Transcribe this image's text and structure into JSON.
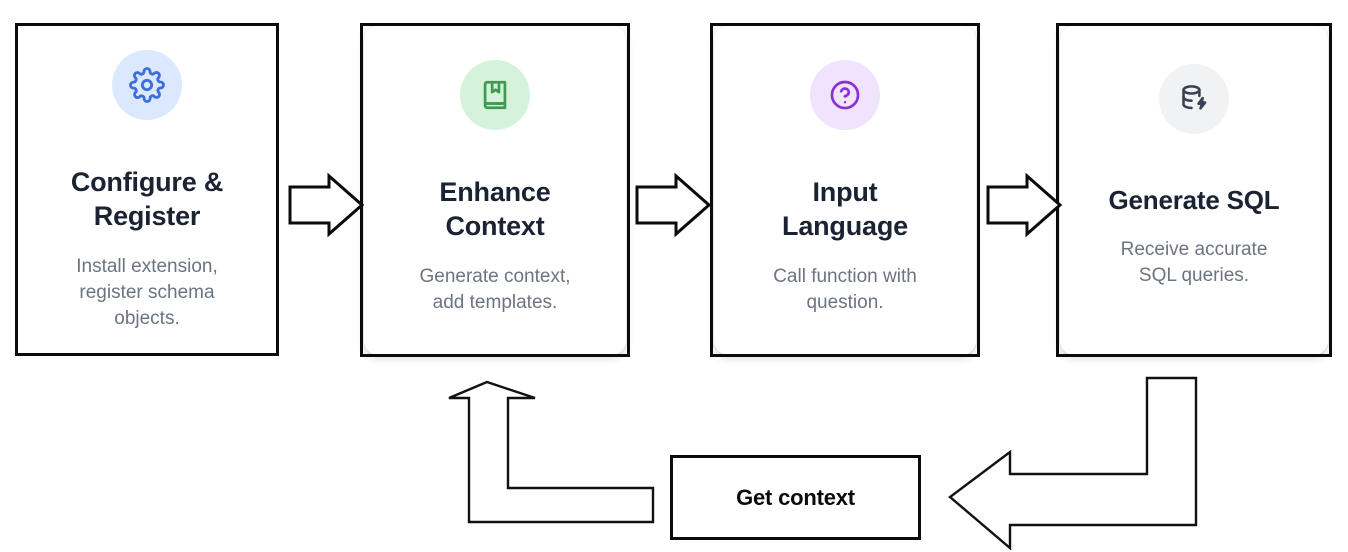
{
  "diagram": {
    "title": "Configure & Register to Generate SQL workflow",
    "background": "#ffffff",
    "line_color": "#0b0b0b",
    "title_color": "#1b2333",
    "desc_color": "#6b7480"
  },
  "steps": [
    {
      "index": 1,
      "icon_name": "gear-icon",
      "icon_glyph": "gear",
      "icon_color": "#3b6fe0",
      "icon_bg": "#dbe8fd",
      "title": "Configure &\nRegister",
      "title_line1": "Configure &",
      "title_line2": "Register",
      "description": "Install extension, register schema objects.",
      "desc_line1": "Install extension,",
      "desc_line2": "register schema",
      "desc_line3": "objects.",
      "card_style": "framed"
    },
    {
      "index": 2,
      "icon_name": "book-bookmark-icon",
      "icon_glyph": "book",
      "icon_color": "#3f9b52",
      "icon_bg": "#d5f2db",
      "title": "Enhance\nContext",
      "title_line1": "Enhance",
      "title_line2": "Context",
      "description": "Generate context, add templates.",
      "desc_line1": "Generate context,",
      "desc_line2": "add templates.",
      "desc_line3": "",
      "card_style": "rounded"
    },
    {
      "index": 3,
      "icon_name": "question-circle-icon",
      "icon_glyph": "question",
      "icon_color": "#8b2fd6",
      "icon_bg": "#f0e3fd",
      "title": "Input\nLanguage",
      "title_line1": "Input",
      "title_line2": "Language",
      "description": "Call function with question.",
      "desc_line1": "Call function with",
      "desc_line2": "question.",
      "desc_line3": "",
      "card_style": "rounded"
    },
    {
      "index": 4,
      "icon_name": "database-bolt-icon",
      "icon_glyph": "database",
      "icon_color": "#37414f",
      "icon_bg": "#f1f2f4",
      "title": "Generate SQL",
      "title_line1": "Generate SQL",
      "title_line2": "",
      "description": "Receive accurate SQL queries.",
      "desc_line1": "Receive accurate",
      "desc_line2": "SQL queries.",
      "desc_line3": "",
      "card_style": "rounded"
    }
  ],
  "connectors": [
    {
      "name": "arrow-step1-to-step2",
      "direction": "right"
    },
    {
      "name": "arrow-step2-to-step3",
      "direction": "right"
    },
    {
      "name": "arrow-step3-to-step4",
      "direction": "right"
    },
    {
      "name": "feedback-arrow-from-step4",
      "direction": "down-left"
    },
    {
      "name": "feedback-arrow-to-step2",
      "direction": "left-up"
    }
  ],
  "feedback": {
    "label": "Get context"
  }
}
